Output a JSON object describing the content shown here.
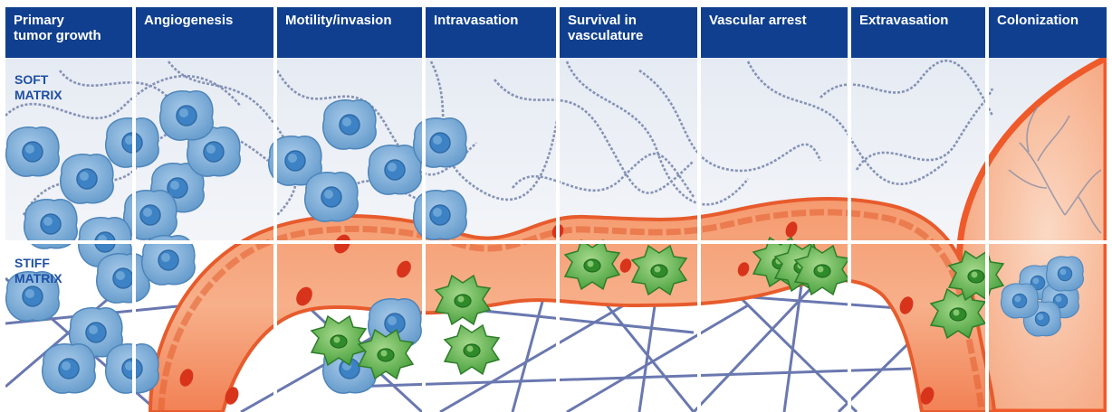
{
  "stages": [
    {
      "label": "Primary\ntumor growth"
    },
    {
      "label": "Angiogenesis"
    },
    {
      "label": "Motility/invasion"
    },
    {
      "label": "Intravasation"
    },
    {
      "label": "Survival in\nvasculature"
    },
    {
      "label": "Vascular arrest"
    },
    {
      "label": "Extravasation"
    },
    {
      "label": "Colonization"
    }
  ],
  "rows": {
    "soft": "SOFT\nMATRIX",
    "stiff": "STIFF\nMATRIX"
  },
  "colors": {
    "header": "#0f3f8e",
    "row_label": "#1f4fa3",
    "vessel": "#f47a4a",
    "vessel_wall": "#e75b2c",
    "rbc": "#d8341c",
    "tumor_cell": "#7aaed8",
    "tumor_nucleus": "#3d82c4",
    "invasive_cell": "#5cae48",
    "fiber_soft": "#6f7fa8",
    "fiber_stiff": "#5566a3"
  },
  "icons": [
    "tumor-cell-icon",
    "invasive-cell-icon",
    "red-blood-cell-icon",
    "blood-vessel-icon",
    "collagen-fiber-icon"
  ]
}
